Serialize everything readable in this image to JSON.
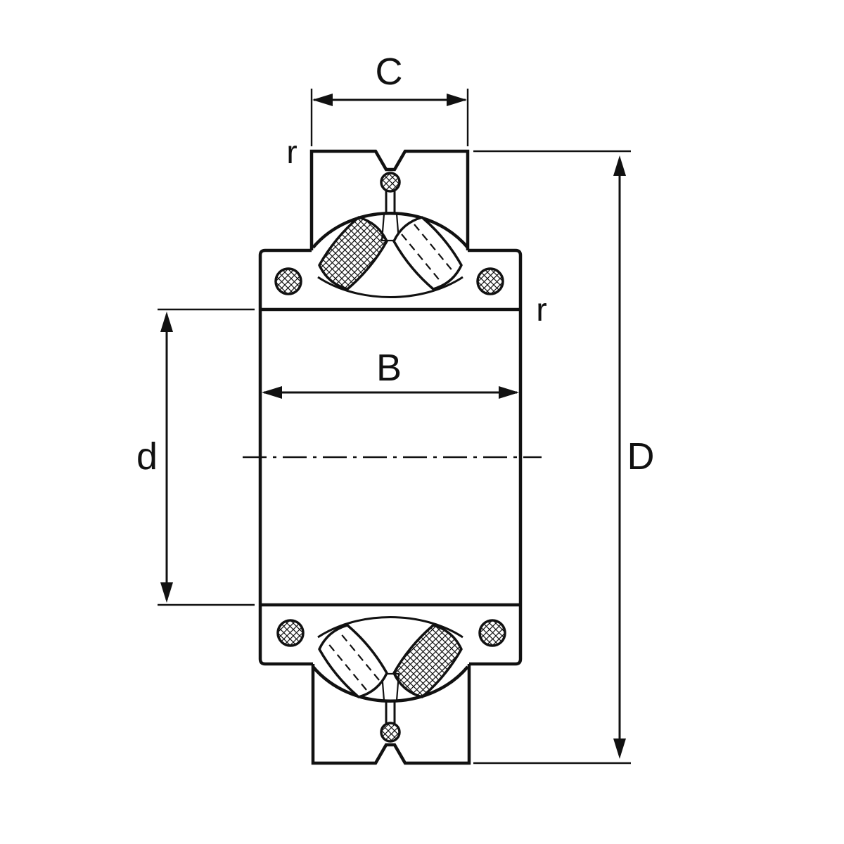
{
  "drawing": {
    "background_color": "#ffffff",
    "line_color": "#111111",
    "labels": {
      "c": "C",
      "r_top": "r",
      "b": "B",
      "d": "d",
      "d_outer": "D",
      "r_side": "r"
    }
  }
}
